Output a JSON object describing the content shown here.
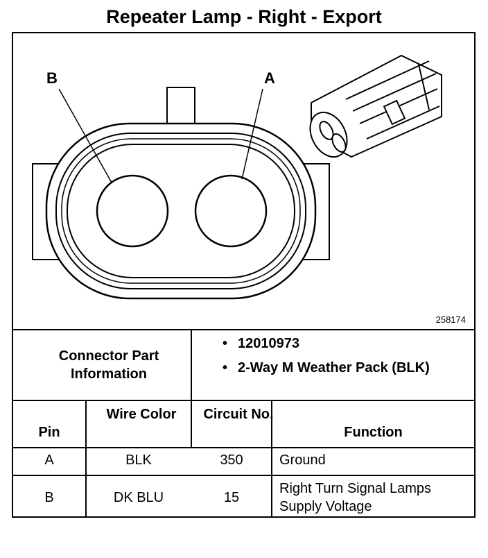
{
  "title": "Repeater Lamp - Right - Export",
  "diagram": {
    "label_a": "A",
    "label_b": "B",
    "figure_id": "258174"
  },
  "connector_info": {
    "label": "Connector Part Information",
    "items": [
      "12010973",
      "2-Way M Weather Pack (BLK)"
    ]
  },
  "pin_table": {
    "headers": {
      "pin": "Pin",
      "wire_color": "Wire Color",
      "circuit": "Circuit No.",
      "function": "Function"
    },
    "rows": [
      {
        "pin": "A",
        "wire_color": "BLK",
        "circuit": "350",
        "function": "Ground"
      },
      {
        "pin": "B",
        "wire_color": "DK BLU",
        "circuit": "15",
        "function": "Right Turn Signal Lamps Supply Voltage"
      }
    ]
  }
}
